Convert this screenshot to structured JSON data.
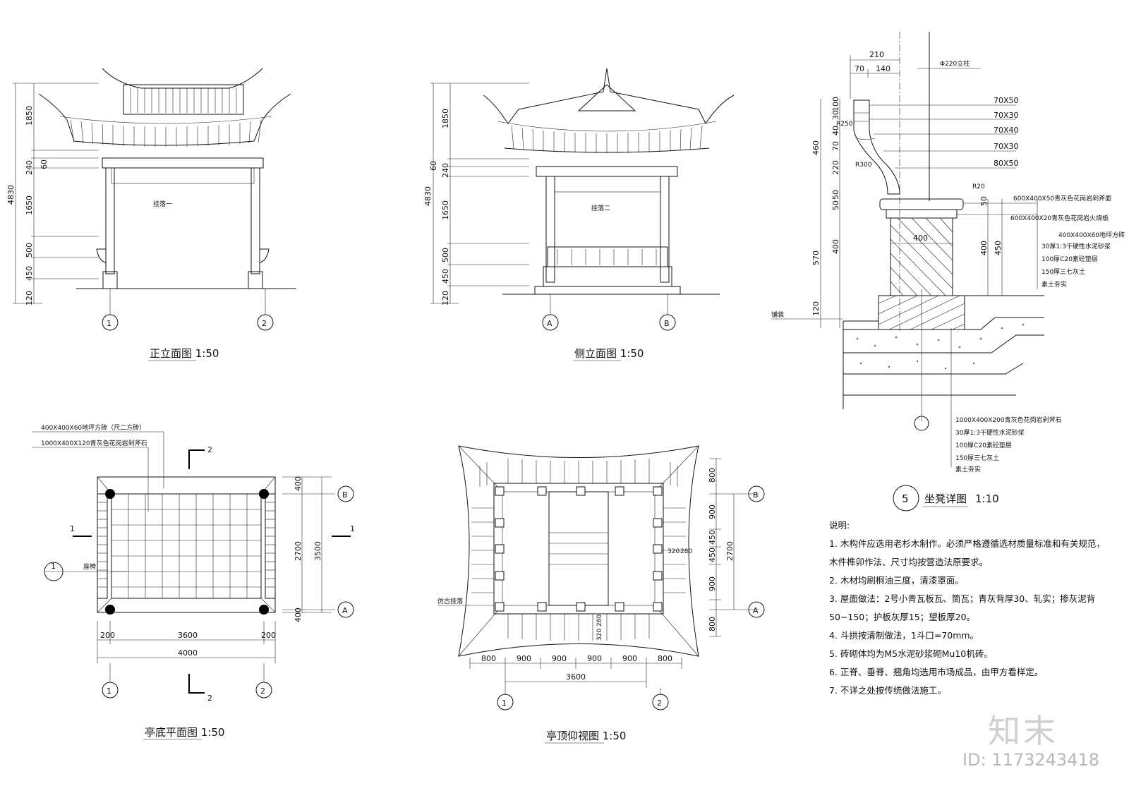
{
  "drawing": {
    "front_elevation": {
      "title": "正立面图 1:50",
      "dims_vertical": [
        "1850",
        "60",
        "240",
        "1650",
        "500",
        "450",
        "120"
      ],
      "total": "4830",
      "tag": "挂落一",
      "axes": [
        "1",
        "2"
      ]
    },
    "side_elevation": {
      "title": "侧立面图 1:50",
      "dims_vertical": [
        "1850",
        "60",
        "240",
        "1650",
        "500",
        "450",
        "120"
      ],
      "total": "4830",
      "tag": "挂落二",
      "axes": [
        "A",
        "B"
      ]
    },
    "seat_detail": {
      "title_num": "5",
      "title": "坐凳详图",
      "scale": "1:10",
      "top_dims": [
        "210",
        "70",
        "140"
      ],
      "column": "Φ220立柱",
      "members": [
        "70X50",
        "70X30",
        "70X40",
        "70X30",
        "80X50"
      ],
      "radii": [
        "R250",
        "R300",
        "R20"
      ],
      "vert_dims": [
        "100",
        "30",
        "40",
        "70",
        "220",
        "460",
        "50",
        "50",
        "400",
        "570",
        "120"
      ],
      "right_dims": [
        "50",
        "400",
        "450"
      ],
      "width": "400",
      "ground": "铺装",
      "top_labels": [
        "600X400X50青灰色花岗岩剁斧面",
        "600X400X20青灰色花岗岩火烧板",
        "400X400X60地坪方砖（",
        "30厚1:3干硬性水泥砂浆",
        "100厚C20素砼垫层",
        "150厚三七灰土",
        "素土夯实"
      ],
      "bottom_labels": [
        "1000X400X200青灰色花岗岩剁斧石",
        "30厚1:3干硬性水泥砂浆",
        "100厚C20素砼垫层",
        "150厚三七灰土",
        "素土夯实"
      ]
    },
    "floor_plan": {
      "title": "亭底平面图 1:50",
      "labels": [
        "400X400X60地坪方砖（尺二方砖）",
        "1000X400X120青灰色花岗岩剁斧石"
      ],
      "seat_label": "座椅",
      "section_marks": [
        "1",
        "1",
        "2",
        "2"
      ],
      "callout": "1",
      "dims_bottom": [
        "200",
        "3600",
        "200"
      ],
      "dims_total": "4000",
      "dims_right": [
        "400",
        "2700",
        "400"
      ],
      "dims_right_total": "3500",
      "axes": [
        "1",
        "2",
        "A",
        "B"
      ]
    },
    "roof_plan": {
      "title": "亭顶仰视图 1:50",
      "dims_bottom": [
        "800",
        "900",
        "900",
        "900",
        "900",
        "800"
      ],
      "dims_total": "3600",
      "dims_right": [
        "800",
        "900",
        "450",
        "450",
        "900",
        "800"
      ],
      "dims_right_total": "2700",
      "inner_dims": [
        "320",
        "280",
        "320",
        "280"
      ],
      "side_label": "仿古挂落",
      "axes": [
        "1",
        "2",
        "A",
        "B"
      ]
    }
  },
  "notes": {
    "heading": "说明:",
    "items": [
      "1.  木构件应选用老杉木制作。必须严格遵循选材质量标准和有关规范，木件榫卯作法、尺寸均按营造法原要求。",
      "2.  木材均刷桐油三度，清漆罩面。",
      "3.  屋面做法：2号小青瓦板瓦、筒瓦；青灰背厚30、轧实；掺灰泥背50~150；护板灰厚15；望板厚20。",
      "4.  斗拱按清制做法，1斗口=70mm。",
      "5.  砖砌体均为M5水泥砂浆砌Mu10机砖。",
      "6.  正脊、垂脊、翘角均选用市场成品，由甲方看样定。",
      "7.  不详之处按传统做法施工。"
    ]
  },
  "watermark": {
    "logo": "知末",
    "id": "ID: 1173243418"
  }
}
